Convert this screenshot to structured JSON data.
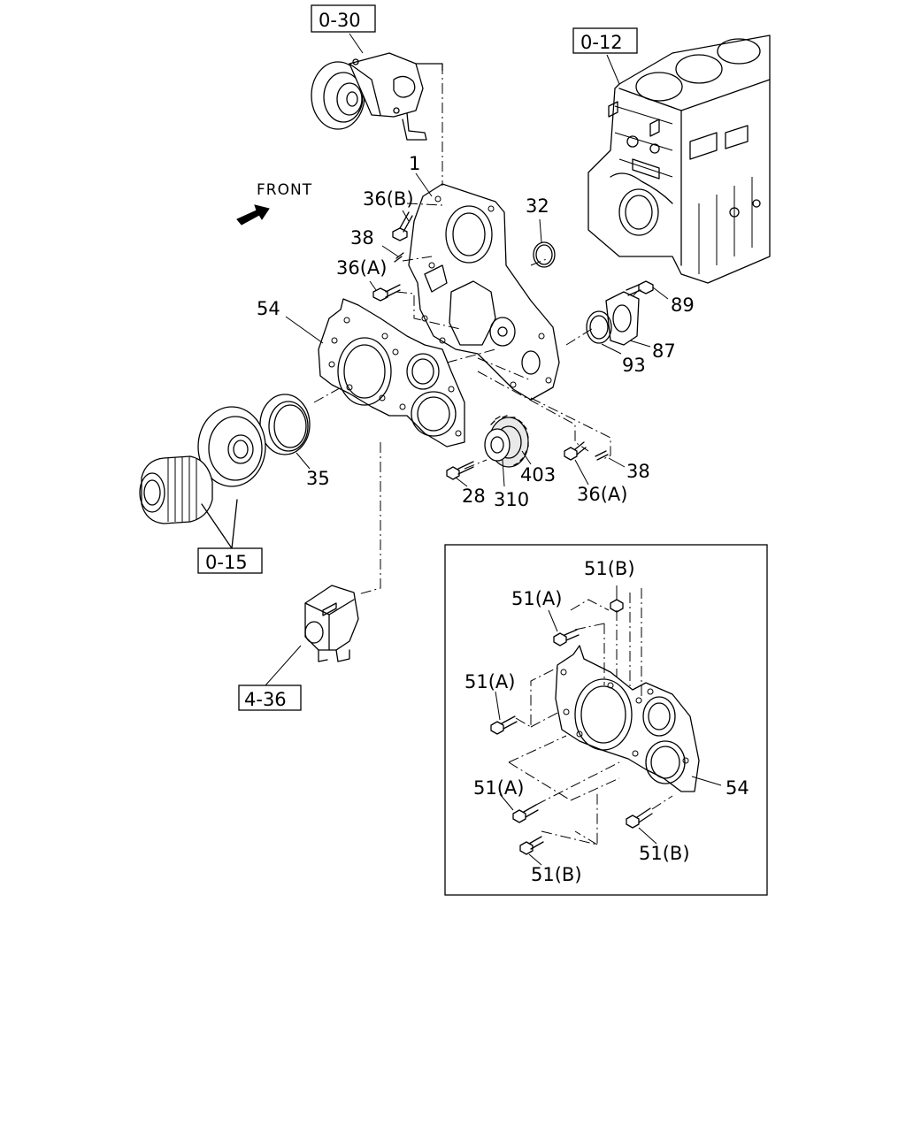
{
  "references": {
    "ref_0_30": "0-30",
    "ref_0_12": "0-12",
    "ref_0_15": "0-15",
    "ref_4_36": "4-36"
  },
  "front_label": "FRONT",
  "callouts": {
    "c1": "1",
    "c36b": "36(B)",
    "c38_top": "38",
    "c36a_top": "36(A)",
    "c32": "32",
    "c54": "54",
    "c89": "89",
    "c87": "87",
    "c93": "93",
    "c35": "35",
    "c28": "28",
    "c403": "403",
    "c310": "310",
    "c36a_bottom": "36(A)",
    "c38_bottom": "38"
  },
  "inset": {
    "labels": {
      "i51b_top": "51(B)",
      "i51a_1": "51(A)",
      "i51a_2": "51(A)",
      "i51a_3": "51(A)",
      "i54": "54",
      "i51b_right": "51(B)",
      "i51b_bottom": "51(B)"
    }
  }
}
